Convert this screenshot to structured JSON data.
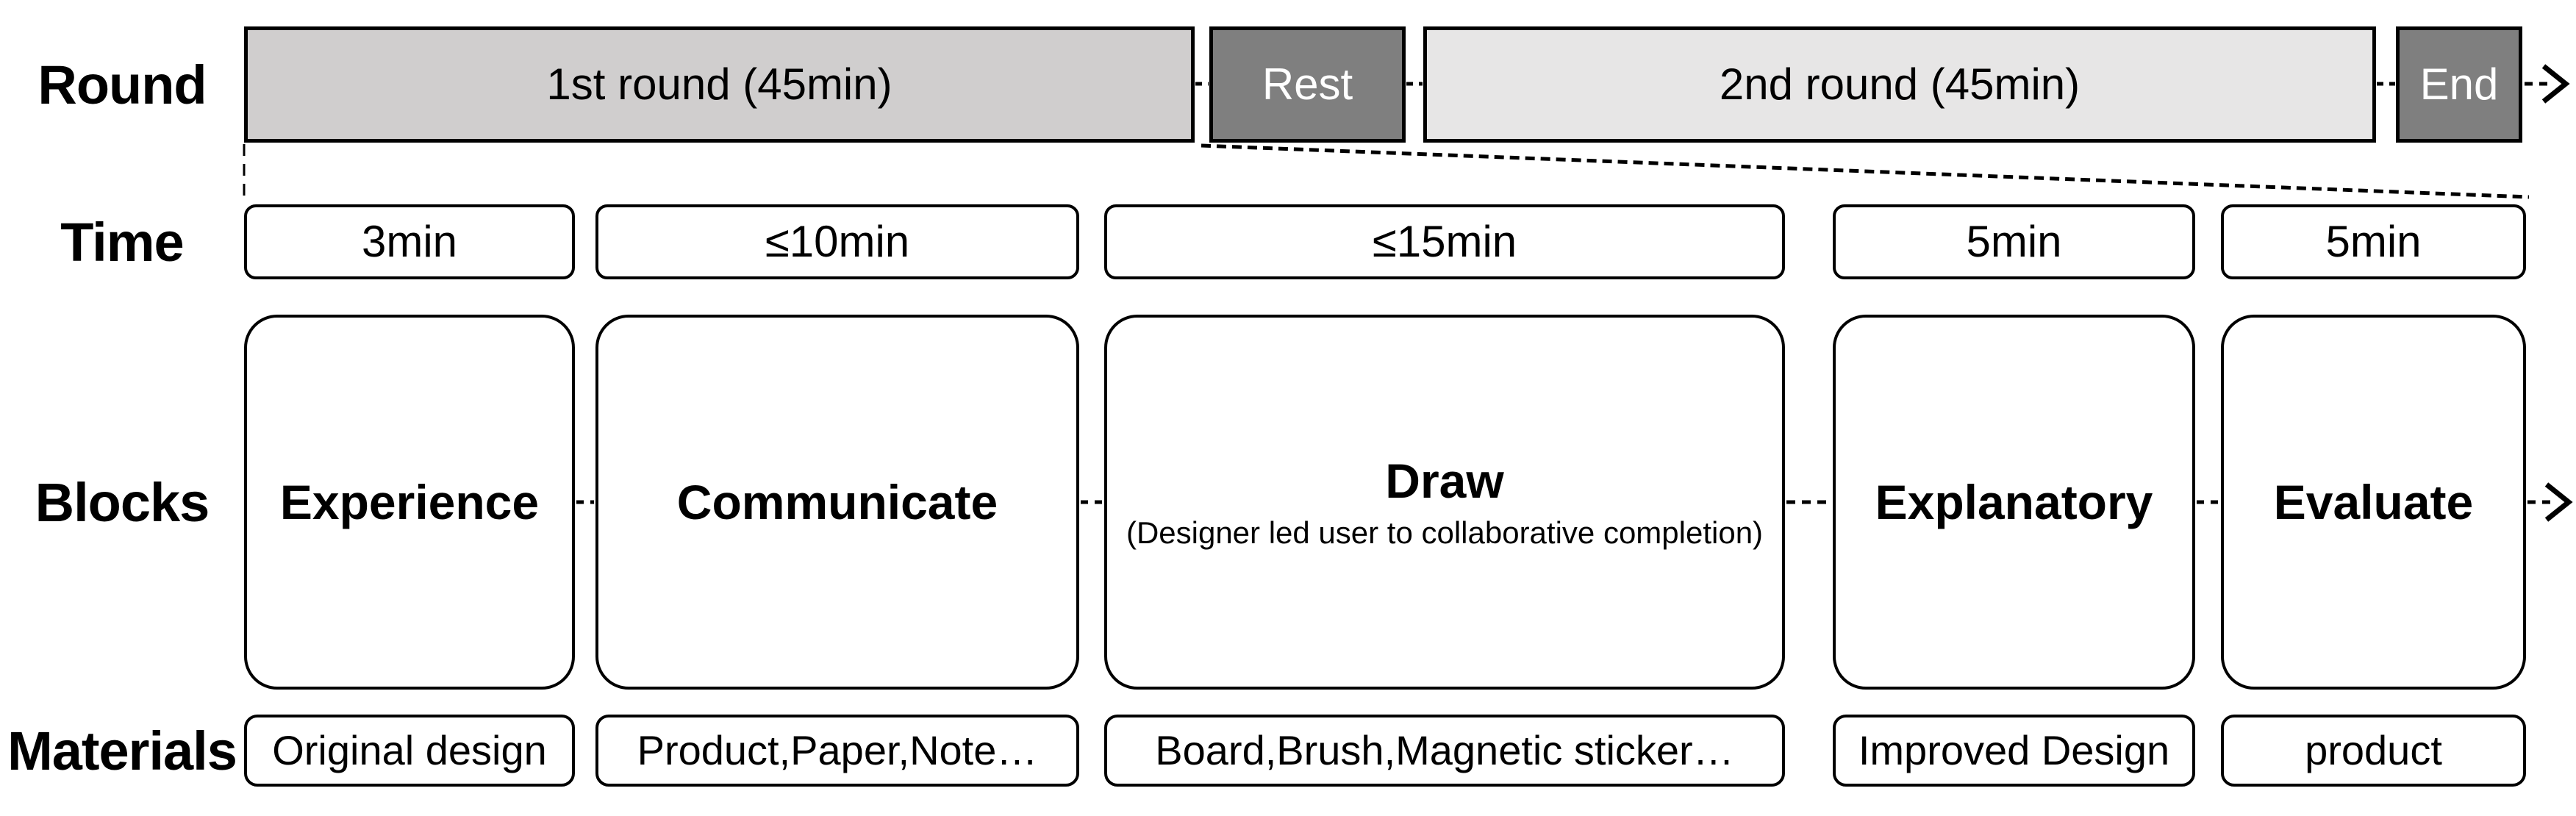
{
  "diagram_title": "workshop session flow diagram",
  "colors": {
    "background": "#ffffff",
    "border": "#000000",
    "text": "#000000",
    "inverse_text": "#ffffff",
    "round_first_fill": "#d0cece",
    "round_second_fill": "#e7e6e6",
    "rest_end_fill": "#7f7f7f"
  },
  "rows": {
    "round": {
      "label": "Round",
      "items": [
        {
          "label": "1st round (45min)"
        },
        {
          "label": "Rest"
        },
        {
          "label": "2nd round (45min)"
        },
        {
          "label": "End"
        }
      ]
    },
    "time": {
      "label": "Time",
      "items": [
        "3min",
        "≤10min",
        "≤15min",
        "5min",
        "5min"
      ]
    },
    "blocks": {
      "label": "Blocks",
      "items": [
        {
          "title": "Experience"
        },
        {
          "title": "Communicate"
        },
        {
          "title": "Draw",
          "subtitle": "(Designer led user to collaborative completion)"
        },
        {
          "title": "Explanatory"
        },
        {
          "title": "Evaluate"
        }
      ]
    },
    "materials": {
      "label": "Materials",
      "items": [
        "Original design",
        "Product,Paper,Note…",
        "Board,Brush,Magnetic sticker…",
        "Improved Design",
        "product"
      ]
    }
  }
}
